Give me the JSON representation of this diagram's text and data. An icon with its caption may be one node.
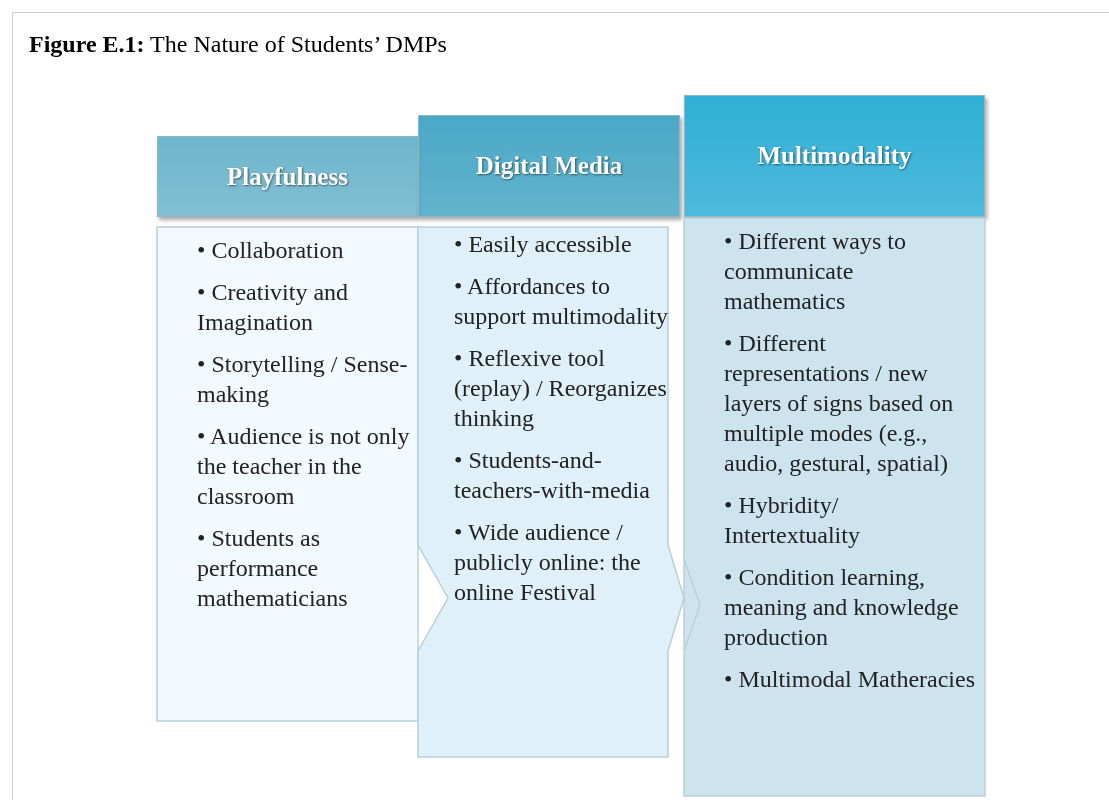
{
  "diagram": {
    "title": "**Figure E.1:** The Nature of Students’ DMPs",
    "nodes": [
      {
        "text": [
          "Playfulness"
        ]
      },
      {
        "text": [
          "• Collaboration",
          "• Creativity and Imagination",
          "• Storytelling / Sense-making",
          "• Audience is not only the teacher in the classroom",
          "• Students as performance mathematicians"
        ]
      },
      {
        "text": [
          "Digital Media"
        ]
      },
      {
        "text": [
          "• Easily accessible",
          "• Affordances to support multimodality",
          "• Reflexive tool (replay) / Reorganizes thinking",
          "• Students-and-teachers-with-media",
          "• Wide audience / publicly online: the online Festival"
        ]
      },
      {
        "text": [
          "Multimodality"
        ]
      },
      {
        "text": [
          "• Different ways to communicate mathematics",
          "• Different representations / new layers of signs based on multiple modes (e.g., audio, gestural, spatial)",
          "• Hybridity/ Intertextuality",
          "• Condition learning, meaning and knowledge production",
          "• Multimodal Matheracies"
        ]
      }
    ],
    "edges": []
  }
}
